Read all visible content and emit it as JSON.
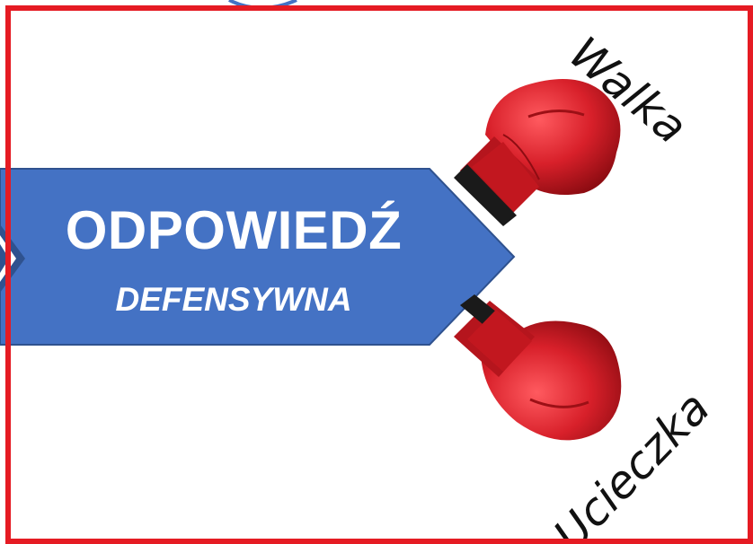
{
  "banner": {
    "title": "ODPOWIEDŹ",
    "subtitle": "DEFENSYWNA"
  },
  "options": {
    "top": "Walka",
    "bottom": "Ucieczka"
  },
  "colors": {
    "frame": "#e51b23",
    "arrow_fill": "#4472c4",
    "arrow_border": "#2f528f",
    "glove": "#d8202a",
    "text_on_arrow": "#ffffff"
  },
  "icons": [
    "boxing-glove-icon",
    "boxing-glove-icon",
    "chevron-right-icon"
  ]
}
